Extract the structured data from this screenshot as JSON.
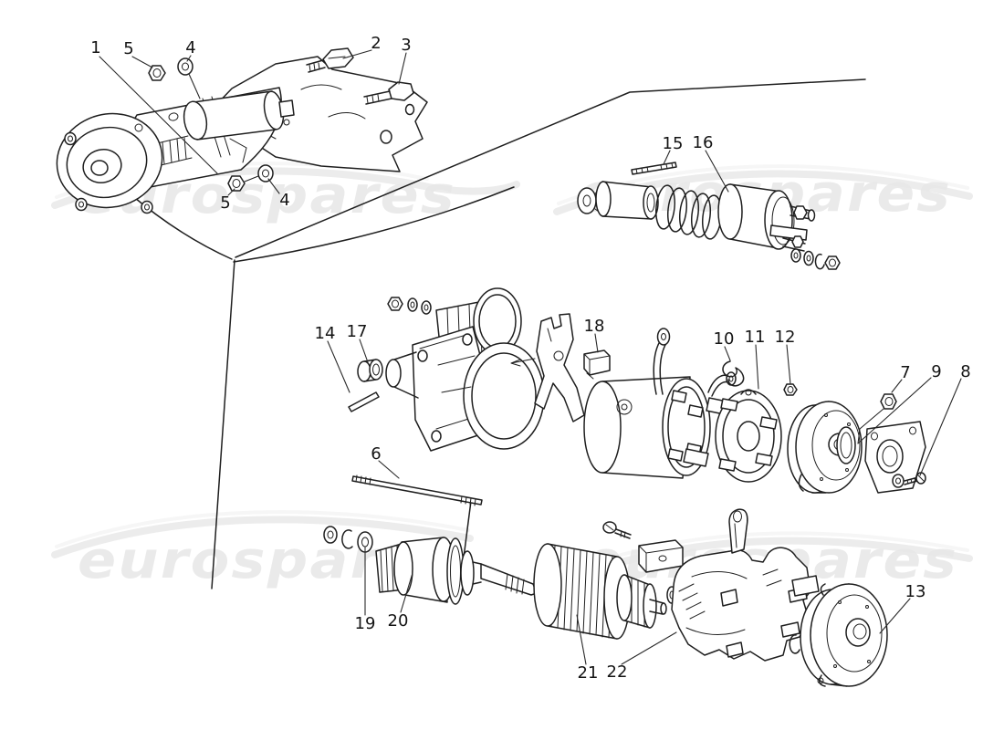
{
  "diagram": {
    "background": "#ffffff",
    "line_color": "#1f1f1f",
    "description": "exploded-parts-diagram-starter-motor"
  },
  "watermark": {
    "text": "eurospares",
    "color": "#e8e8e8"
  },
  "callouts": [
    "1",
    "5",
    "4",
    "2",
    "3",
    "5",
    "4",
    "15",
    "16",
    "14",
    "17",
    "18",
    "10",
    "11",
    "12",
    "7",
    "9",
    "8",
    "6",
    "19",
    "20",
    "21",
    "22",
    "13"
  ]
}
